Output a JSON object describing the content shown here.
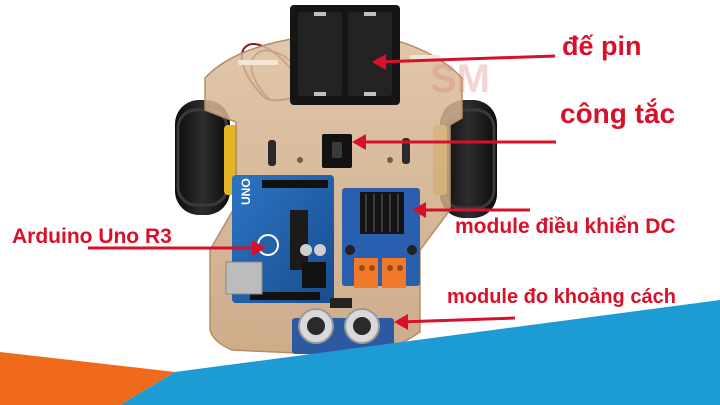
{
  "labels": {
    "battery_holder": "đế pin",
    "power_switch": "công tắc",
    "motor_driver": "module điều khiển DC",
    "arduino_board": "Arduino Uno R3",
    "ultrasonic_sensor": "module đo khoảng cách"
  },
  "board_markings": {
    "arduino_logo_text": "UNO",
    "watermark_text": "SM"
  },
  "colors": {
    "label_text": "#d8112a",
    "arrow": "#d8112a",
    "acrylic_chassis": "#d9b48e",
    "battery_holder": "#151515",
    "arduino_board": "#1d5ea8",
    "motor_driver": "#2a5fb0",
    "wheel_hub": "#e3b526",
    "tire": "#111111",
    "footer_orange": "#ef6a1a",
    "footer_blue": "#1d9bd3"
  },
  "icons": {
    "arrows": "red-pointer-arrow"
  }
}
